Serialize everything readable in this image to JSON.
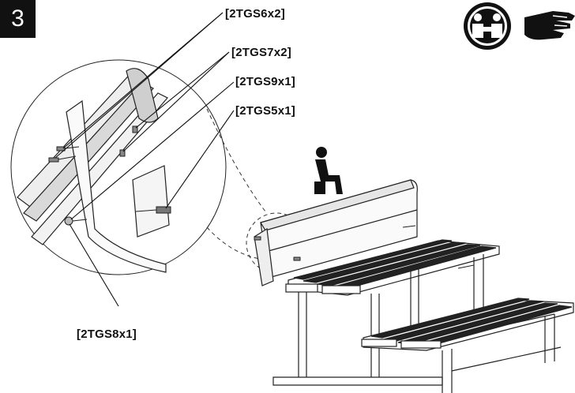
{
  "step": {
    "number": "3"
  },
  "parts": [
    {
      "code": "[2TGS6x2]"
    },
    {
      "code": "[2TGS7x2]"
    },
    {
      "code": "[2TGS9x1]"
    },
    {
      "code": "[2TGS5x1]"
    },
    {
      "code": "[2TGS8x1]"
    }
  ],
  "icons": {
    "two_person": "two-person-assembly-icon",
    "hand": "hand-caution-icon",
    "seated": "seated-person-icon"
  },
  "colors": {
    "ink": "#111111",
    "background": "#ffffff"
  }
}
